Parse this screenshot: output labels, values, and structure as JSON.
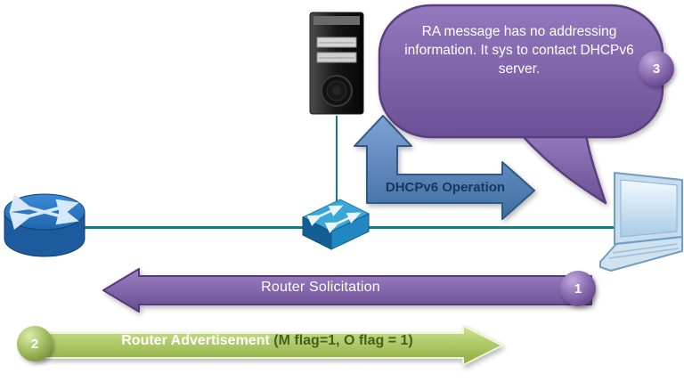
{
  "bubble": {
    "text": "RA message has no addressing information. It sys to contact  DHCPv6 server.",
    "step": "3"
  },
  "arrows": {
    "dhcpv6_operation": {
      "label": "DHCPv6 Operation"
    },
    "router_solicitation": {
      "label": "Router Solicitation",
      "step": "1"
    },
    "router_advertisement": {
      "label": "Router Advertisement",
      "flags": "(M flag=1, O flag = 1)",
      "step": "2"
    }
  },
  "icons": {
    "left_device": "router-icon",
    "top_device": "server-icon",
    "middle_device": "switch-icon",
    "right_device": "laptop-icon"
  },
  "colors": {
    "bubble_purple": "#7b5ea0",
    "purple_dark": "#5b3f7e",
    "green": "#9bbb59",
    "green_dark": "#6f8f33",
    "steel_blue": "#4f81bd",
    "blue_dark": "#2f5a85",
    "navy_text": "#17375e",
    "flags_text": "#44601c",
    "network_line": "#0f7d87"
  }
}
